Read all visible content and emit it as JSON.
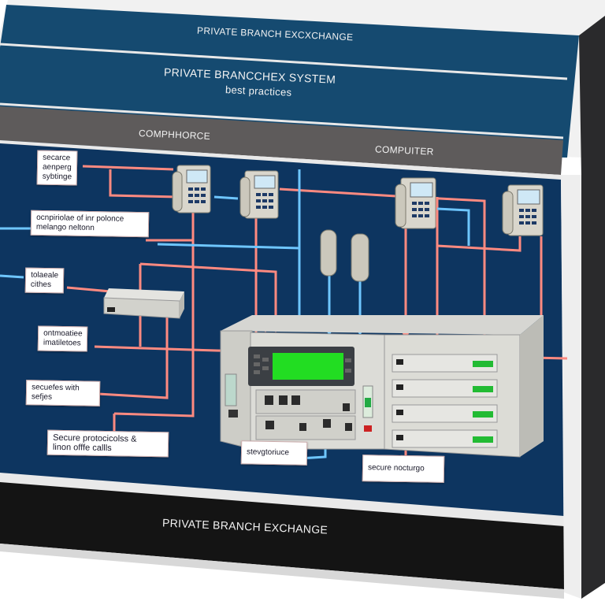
{
  "header": {
    "top_band_title": "PRIVATE BRANCH EXCXCHANGE",
    "main_title": "PRIVATE BRANCCHEX SYSTEM",
    "subtitle": "best practices"
  },
  "grey_band": {
    "left_label": "COMPHHORCE",
    "right_label": "COMPUITER"
  },
  "callouts": [
    {
      "id": "secure-sending",
      "lines": [
        "secarce",
        "aenperg",
        "sybtinge"
      ]
    },
    {
      "id": "complete-phone",
      "lines": [
        "ocnpiriolae of inr polonce",
        "melango neltonn"
      ]
    },
    {
      "id": "telecom-cities",
      "lines": [
        "tolaeale",
        "cithes"
      ]
    },
    {
      "id": "automatic-installations",
      "lines": [
        "ontmoatiee",
        "imatiletoes"
      ]
    },
    {
      "id": "secures-with",
      "lines": [
        "secuefes with",
        "sefjes"
      ]
    },
    {
      "id": "secure-protocols",
      "lines": [
        "Secure protocicolss &",
        "linon offfe callls"
      ]
    },
    {
      "id": "storage",
      "lines": [
        "stevgtoriuce"
      ]
    },
    {
      "id": "secure-storage",
      "lines": [
        "secure nocturgo"
      ]
    }
  ],
  "footer": {
    "bottom_band_title": "PRIVATE  BRANCH EXCHANGE"
  },
  "colors": {
    "panel_blue": "#0d3560",
    "top_blue": "#1a4a70",
    "grey_band": "#5f5c5c",
    "red_line": "#ff8a80",
    "blue_line": "#6ec6ff",
    "display_green": "#22dd22",
    "black_band": "#141414"
  }
}
